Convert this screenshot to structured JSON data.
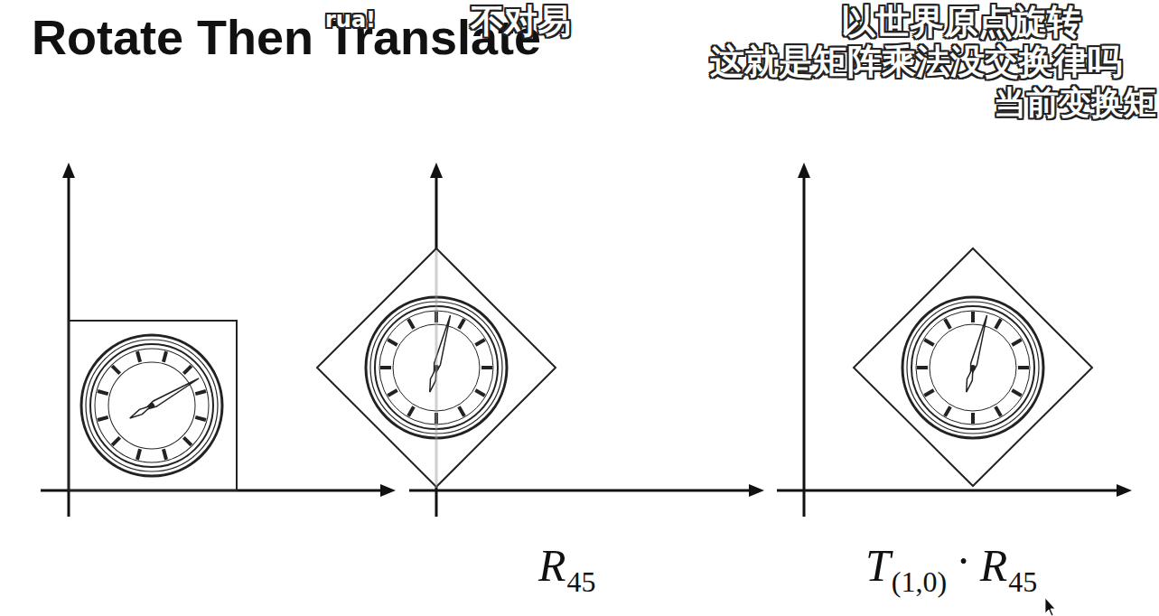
{
  "diagram": {
    "title": "Rotate Then Translate",
    "labels": [
      "rua!",
      "不对易",
      "以世界原点旋转",
      "这就是矩阵乘法没交换律吗",
      "当前变换矩",
      "R",
      "45",
      "T",
      "(1,0)",
      "·",
      "R",
      "45"
    ]
  }
}
